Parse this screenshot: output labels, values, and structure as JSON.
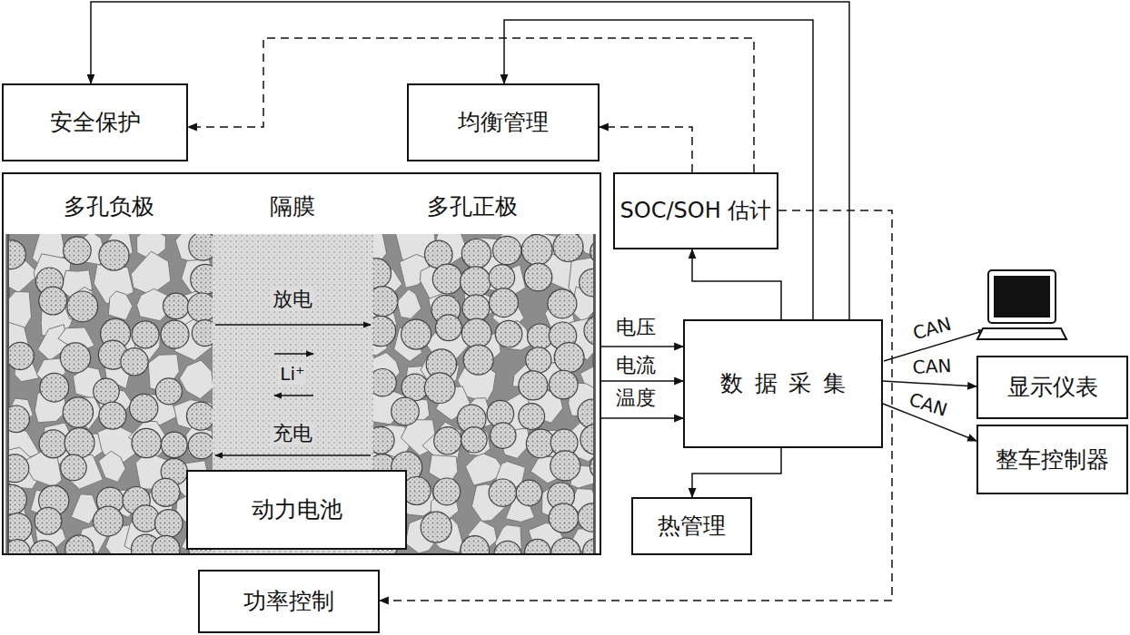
{
  "diagram": {
    "nodes": [
      {
        "text": [
          "安全保护"
        ]
      },
      {
        "text": [
          "均衡管理"
        ]
      },
      {
        "text": [
          "多孔负极",
          "隔膜",
          "多孔正极"
        ]
      },
      {
        "text": [
          "动力电池"
        ],
        "in": 2
      },
      {
        "text": [
          "SOC/SOH 估计"
        ]
      },
      {
        "text": [
          "数据采集"
        ]
      },
      {
        "text": [
          "显示仪表"
        ]
      },
      {
        "text": [
          "整车控制器"
        ]
      },
      {
        "text": [
          "热管理"
        ]
      },
      {
        "text": [
          "功率控制"
        ]
      }
    ],
    "edges": [
      {
        "from": 5,
        "to": 0,
        "arrow": "to"
      },
      {
        "from": 5,
        "to": 1,
        "arrow": "to"
      },
      {
        "from": 5,
        "to": 4,
        "arrow": "to"
      },
      {
        "from": 5,
        "to": 8,
        "arrow": "to"
      },
      {
        "from": 4,
        "to": 1,
        "arrow": "to"
      },
      {
        "from": 4,
        "to": 0,
        "arrow": "to"
      },
      {
        "from": 4,
        "to": 9,
        "arrow": "to"
      },
      {
        "from": 2,
        "to": 5,
        "label": "电压",
        "arrow": "to"
      },
      {
        "from": 2,
        "to": 5,
        "label": "电流",
        "arrow": "to"
      },
      {
        "from": 2,
        "to": 5,
        "label": "温度",
        "arrow": "to"
      },
      {
        "from": 5,
        "to": 6,
        "label": "CAN",
        "arrow": "to"
      },
      {
        "from": 5,
        "to": 7,
        "label": "CAN",
        "arrow": "to"
      }
    ],
    "labels": [
      "放电",
      "Li⁺",
      "充电",
      "CAN"
    ]
  }
}
